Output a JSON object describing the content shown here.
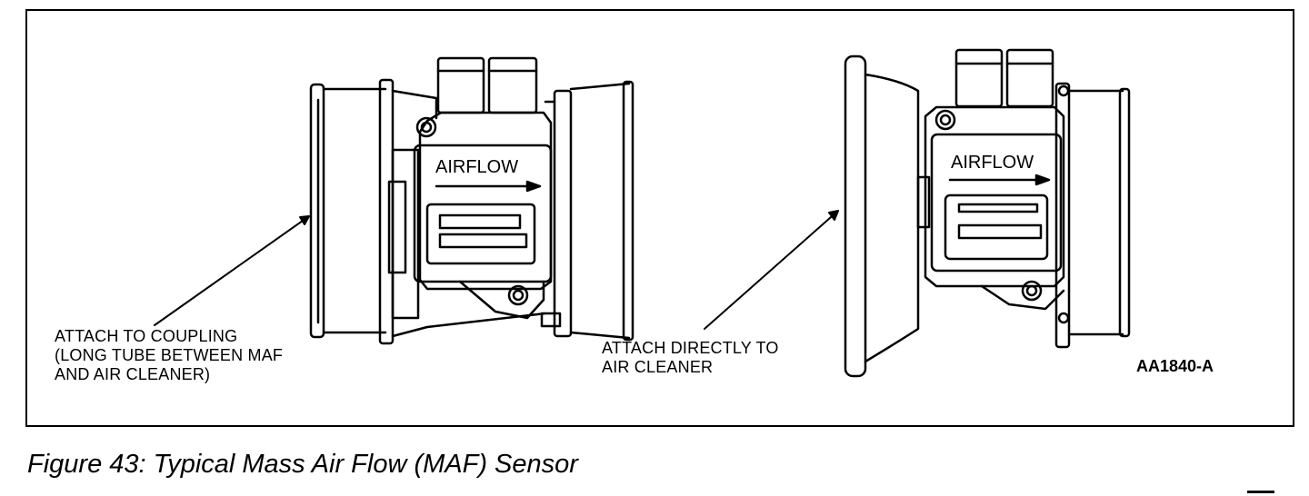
{
  "diagram": {
    "sensor_label": "AIRFLOW",
    "left_annotation": "ATTACH TO COUPLING\n(LONG TUBE BETWEEN MAF\nAND AIR CLEANER)",
    "right_annotation": "ATTACH DIRECTLY TO\nAIR CLEANER",
    "reference_code": "AA1840-A"
  },
  "caption": "Figure 43: Typical Mass Air Flow (MAF) Sensor"
}
